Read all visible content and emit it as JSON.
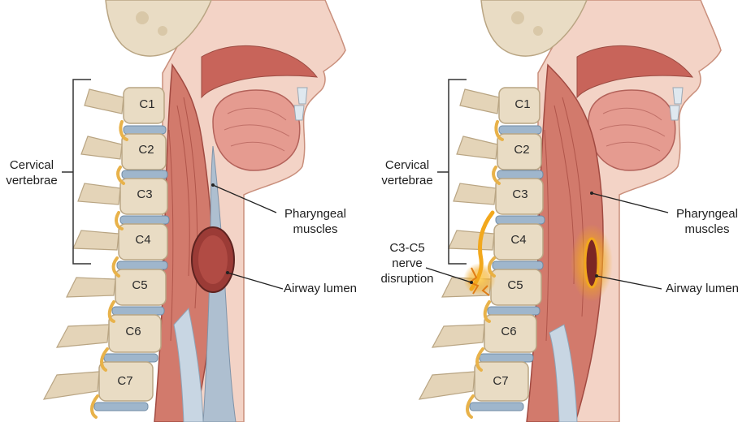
{
  "panels": [
    {
      "id": "normal",
      "vertebra_labels": [
        "C1",
        "C2",
        "C3",
        "C4",
        "C5",
        "C6",
        "C7"
      ],
      "cervical_label": [
        "Cervical",
        "vertebrae"
      ],
      "pharyngeal_label": [
        "Pharyngeal",
        "muscles"
      ],
      "airway_label": "Airway lumen"
    },
    {
      "id": "disrupted",
      "vertebra_labels": [
        "C1",
        "C2",
        "C3",
        "C4",
        "C5",
        "C6",
        "C7"
      ],
      "cervical_label": [
        "Cervical",
        "vertebrae"
      ],
      "pharyngeal_label": [
        "Pharyngeal",
        "muscles"
      ],
      "airway_label": "Airway lumen",
      "nerve_label": [
        "C3-C5",
        "nerve",
        "disruption"
      ]
    }
  ],
  "colors": {
    "bone": "#e9dcc4",
    "bone_edge": "#b9a583",
    "disc": "#9fb6cc",
    "muscle": "#d27a6c",
    "muscle_dark": "#b4534a",
    "skin": "#f3d3c6",
    "nerve": "#e8b24a",
    "highlight": "#f2a81d"
  }
}
